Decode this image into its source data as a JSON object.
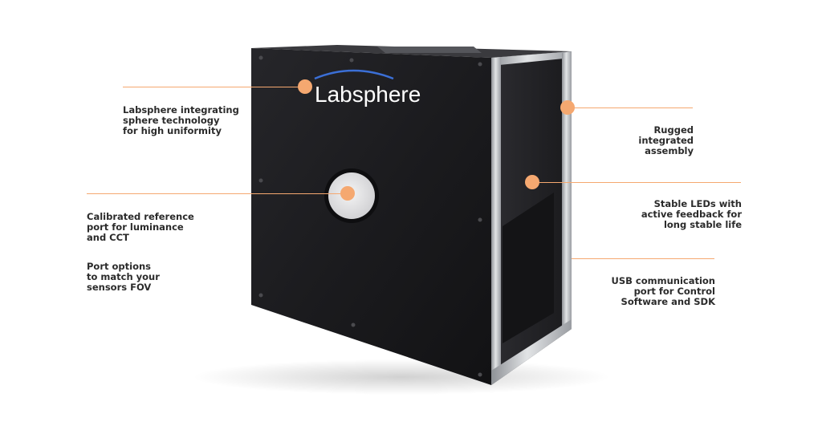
{
  "colors": {
    "accent": "#f5a870",
    "cabinet_front": "#1c1c1e",
    "cabinet_side": "#232326",
    "frame": "#b9bcc0",
    "logo_text": "#ffffff",
    "logo_arc": "#3b6fd6"
  },
  "brand": {
    "logo_text": "Labsphere"
  },
  "callouts": [
    {
      "id": "sphere",
      "lines": [
        "Labsphere integrating\nsphere technology\nfor high uniformity"
      ]
    },
    {
      "id": "port",
      "lines": [
        "Calibrated reference\nport for luminance\nand CCT",
        "Port options\nto match your\nsensors FOV"
      ]
    },
    {
      "id": "rugged",
      "lines": [
        "Rugged\nintegrated\nassembly"
      ]
    },
    {
      "id": "leds",
      "lines": [
        "Stable LEDs with\nactive feedback for\nlong stable life"
      ]
    },
    {
      "id": "usb",
      "lines": [
        "USB communication\nport for Control\nSoftware and SDK"
      ]
    }
  ]
}
